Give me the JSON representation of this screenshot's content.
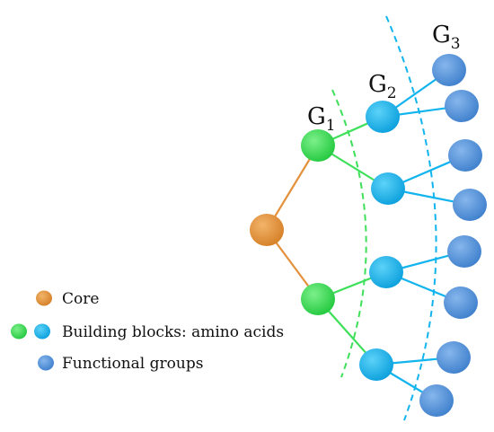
{
  "colors": {
    "core": "#E3913A",
    "core_edge": "#C97B2A",
    "g1": "#3EE05A",
    "g1_edge": "#22B83C",
    "g2": "#12B4EE",
    "g2_edge": "#0A8CC4",
    "g3": "#4A8FDC",
    "g3_edge": "#2F6DB4",
    "line_core": "#E3913A",
    "line_g1": "#3EE05A",
    "line_g2": "#12B4EE",
    "dash_green": "#3EE05A",
    "dash_blue": "#12B4EE"
  },
  "generations": {
    "g1": {
      "letter": "G",
      "sub": "1"
    },
    "g2": {
      "letter": "G",
      "sub": "2"
    },
    "g3": {
      "letter": "G",
      "sub": "3"
    }
  },
  "legend": {
    "core": "Core",
    "building_blocks": "Building blocks: amino acids",
    "functional_groups": "Functional groups"
  }
}
